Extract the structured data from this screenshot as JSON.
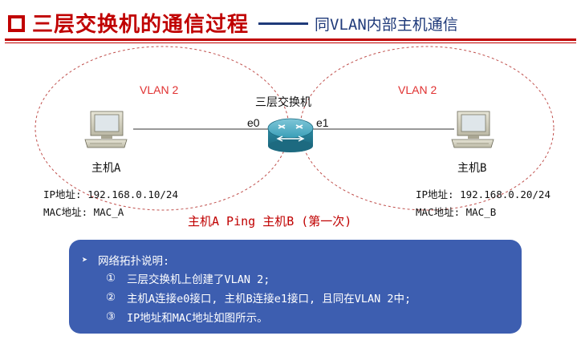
{
  "title": {
    "main": "三层交换机的通信过程",
    "subtitle": "同VLAN内部主机通信"
  },
  "diagram": {
    "vlan_left": "VLAN 2",
    "vlan_right": "VLAN 2",
    "switch_label": "三层交换机",
    "port_left": "e0",
    "port_right": "e1",
    "host_a": {
      "name": "主机A",
      "ip": "IP地址: 192.168.0.10/24",
      "mac": "MAC地址: MAC_A"
    },
    "host_b": {
      "name": "主机B",
      "ip": "IP地址: 192.168.0.20/24",
      "mac": "MAC地址: MAC_B"
    },
    "ping_caption": "主机A Ping 主机B (第一次)"
  },
  "note": {
    "heading": "网络拓扑说明:",
    "items": [
      {
        "num": "①",
        "text": "三层交换机上创建了VLAN 2;"
      },
      {
        "num": "②",
        "text": "主机A连接e0接口, 主机B连接e1接口, 且同在VLAN 2中;"
      },
      {
        "num": "③",
        "text": "IP地址和MAC地址如图所示。"
      }
    ]
  },
  "colors": {
    "accent": "#c00000",
    "navy": "#1f3a7a",
    "vlan_red": "#e03030",
    "switch_teal": "#2e8fa8",
    "note_bg": "#3d5eb0"
  },
  "icons": [
    "pc-icon",
    "layer3-switch-icon",
    "arrow-bullet-icon"
  ]
}
